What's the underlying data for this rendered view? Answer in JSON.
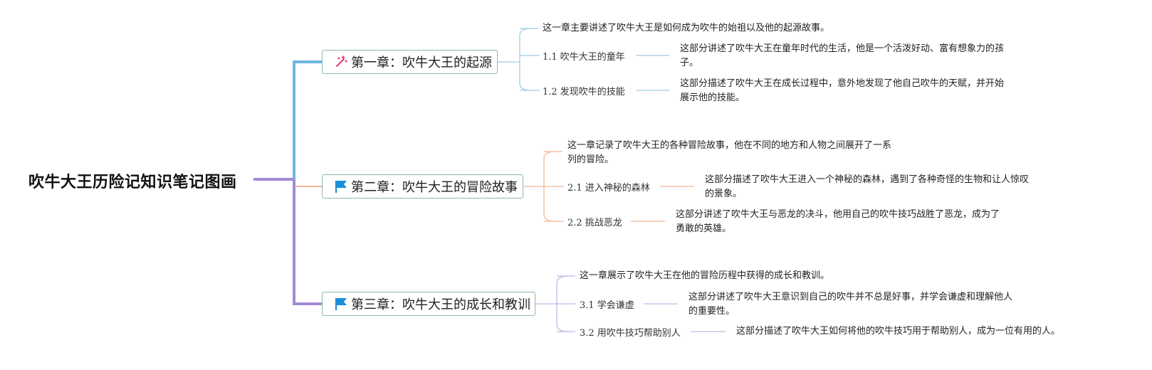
{
  "root": {
    "title": "吹牛大王历险记知识笔记图画"
  },
  "chapters": [
    {
      "label": "第一章：吹牛大王的起源",
      "icon": "sparkle-icon",
      "color": "#6cb6e0",
      "summary": "这一章主要讲述了吹牛大王是如何成为吹牛的始祖以及他的起源故事。",
      "subs": [
        {
          "label": "1.1 吹牛大王的童年",
          "detail_lines": [
            "这部分讲述了吹牛大王在童年时代的生活，他是一个活泼好动、富有想象力的孩",
            "子。"
          ]
        },
        {
          "label": "1.2 发现吹牛的技能",
          "detail_lines": [
            "这部分描述了吹牛大王在成长过程中，意外地发现了他自己吹牛的天赋，并开始",
            "展示他的技能。"
          ]
        }
      ]
    },
    {
      "label": "第二章：吹牛大王的冒险故事",
      "icon": "flag-icon",
      "color": "#e8a07a",
      "summary_lines": [
        "这一章记录了吹牛大王的各种冒险故事，他在不同的地方和人物之间展开了一系",
        "列的冒险。"
      ],
      "subs": [
        {
          "label": "2.1 进入神秘的森林",
          "detail_lines": [
            "这部分描述了吹牛大王进入一个神秘的森林，遇到了各种奇怪的生物和让人惊叹",
            "的景象。"
          ]
        },
        {
          "label": "2.2 挑战恶龙",
          "detail_lines": [
            "这部分讲述了吹牛大王与恶龙的决斗，他用自己的吹牛技巧战胜了恶龙，成为了",
            "勇敢的英雄。"
          ]
        }
      ]
    },
    {
      "label": "第三章：吹牛大王的成长和教训",
      "icon": "flag-icon",
      "color": "#a48ad6",
      "summary": "这一章展示了吹牛大王在他的冒险历程中获得的成长和教训。",
      "subs": [
        {
          "label": "3.1 学会谦虚",
          "detail_lines": [
            "这部分讲述了吹牛大王意识到自己的吹牛并不总是好事，并学会谦虚和理解他人",
            "的重要性。"
          ]
        },
        {
          "label": "3.2 用吹牛技巧帮助别人",
          "detail_lines": [
            "这部分描述了吹牛大王如何将他的吹牛技巧用于帮助别人，成为一位有用的人。"
          ]
        }
      ]
    }
  ],
  "colors": {
    "root_branch": "#a48ad6",
    "ch1_branch": "#6cb6e0",
    "flag": "#1a8fd8",
    "sparkle": "#e8367a"
  }
}
